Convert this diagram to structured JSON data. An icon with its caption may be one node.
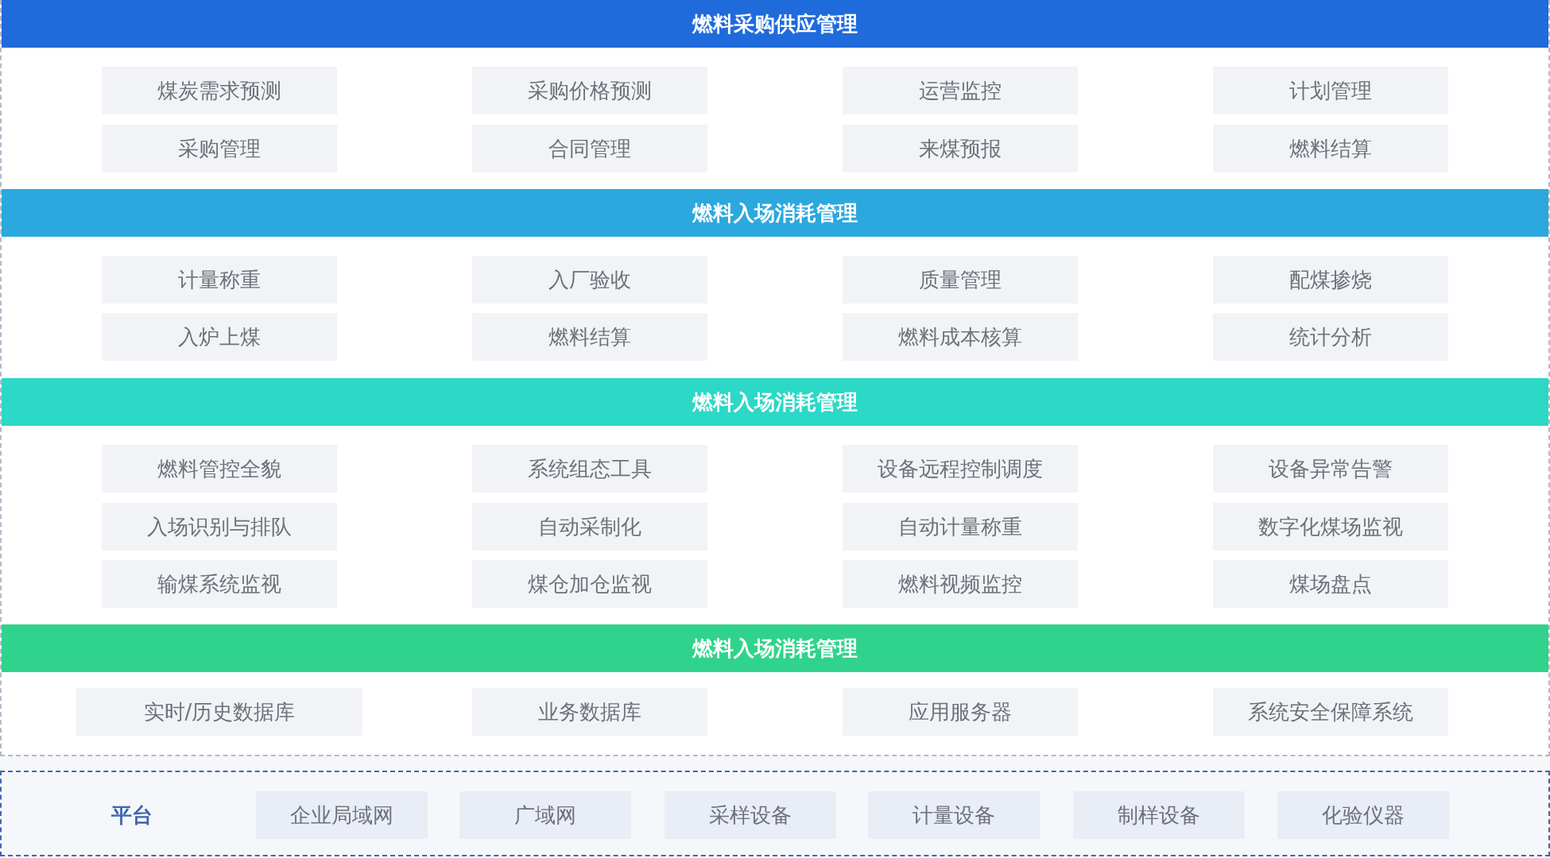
{
  "diagram": {
    "nodes": [
      {
        "text": [],
        "shape": "box"
      },
      {
        "text": [
          "燃料采购供应管理"
        ],
        "in": 0
      },
      {
        "text": [
          "煤炭需求预测"
        ],
        "in": 0
      },
      {
        "text": [
          "采购价格预测"
        ],
        "in": 0
      },
      {
        "text": [
          "运营监控"
        ],
        "in": 0
      },
      {
        "text": [
          "计划管理"
        ],
        "in": 0
      },
      {
        "text": [
          "采购管理"
        ],
        "in": 0
      },
      {
        "text": [
          "合同管理"
        ],
        "in": 0
      },
      {
        "text": [
          "来煤预报"
        ],
        "in": 0
      },
      {
        "text": [
          "燃料结算"
        ],
        "in": 0
      },
      {
        "text": [
          "燃料入场消耗管理"
        ],
        "in": 0
      },
      {
        "text": [
          "计量称重"
        ],
        "in": 0
      },
      {
        "text": [
          "入厂验收"
        ],
        "in": 0
      },
      {
        "text": [
          "质量管理"
        ],
        "in": 0
      },
      {
        "text": [
          "配煤掺烧"
        ],
        "in": 0
      },
      {
        "text": [
          "入炉上煤"
        ],
        "in": 0
      },
      {
        "text": [
          "燃料结算"
        ],
        "in": 0
      },
      {
        "text": [
          "燃料成本核算"
        ],
        "in": 0
      },
      {
        "text": [
          "统计分析"
        ],
        "in": 0
      },
      {
        "text": [
          "燃料入场消耗管理"
        ],
        "in": 0
      },
      {
        "text": [
          "燃料管控全貌"
        ],
        "in": 0
      },
      {
        "text": [
          "系统组态工具"
        ],
        "in": 0
      },
      {
        "text": [
          "设备远程控制调度"
        ],
        "in": 0
      },
      {
        "text": [
          "设备异常告警"
        ],
        "in": 0
      },
      {
        "text": [
          "入场识别与排队"
        ],
        "in": 0
      },
      {
        "text": [
          "自动采制化"
        ],
        "in": 0
      },
      {
        "text": [
          "自动计量称重"
        ],
        "in": 0
      },
      {
        "text": [
          "数字化煤场监视"
        ],
        "in": 0
      },
      {
        "text": [
          "输煤系统监视"
        ],
        "in": 0
      },
      {
        "text": [
          "煤仓加仓监视"
        ],
        "in": 0
      },
      {
        "text": [
          "燃料视频监控"
        ],
        "in": 0
      },
      {
        "text": [
          "煤场盘点"
        ],
        "in": 0
      },
      {
        "text": [
          "燃料入场消耗管理"
        ],
        "in": 0
      },
      {
        "text": [
          "实时/历史数据库"
        ],
        "in": 0
      },
      {
        "text": [
          "业务数据库"
        ],
        "in": 0
      },
      {
        "text": [
          "应用服务器"
        ],
        "in": 0
      },
      {
        "text": [
          "系统安全保障系统"
        ],
        "in": 0
      },
      {
        "text": [
          "平台"
        ]
      },
      {
        "text": [
          "企业局域网"
        ],
        "in": 37
      },
      {
        "text": [
          "广域网"
        ],
        "in": 37
      },
      {
        "text": [
          "采样设备"
        ],
        "in": 37
      },
      {
        "text": [
          "计量设备"
        ],
        "in": 37
      },
      {
        "text": [
          "制样设备"
        ],
        "in": 37
      },
      {
        "text": [
          "化验仪器"
        ],
        "in": 37
      }
    ]
  }
}
